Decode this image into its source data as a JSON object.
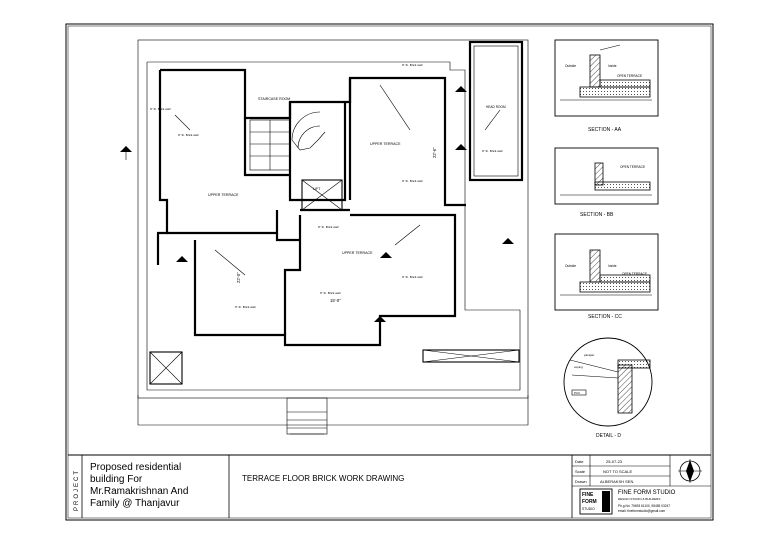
{
  "project_vertical_label": "PROJECT",
  "project_title_lines": [
    "Proposed residential",
    "building For",
    "Mr.Ramakrishnan And",
    "Family @ Thanjavur"
  ],
  "drawing_title": "TERRACE FLOOR BRICK WORK DRAWING",
  "info": {
    "date_label": "Date",
    "date_value": "25-07-23",
    "scale_label": "Scale",
    "scale_value": "NOT TO SCALE",
    "drawn_label": "Drawn",
    "drawn_value": "ALBERAKSH SEN"
  },
  "studio": {
    "logo_lines": [
      "FINE",
      "FORM",
      "STUDIO"
    ],
    "name": "FINE FORM STUDIO",
    "tagline": "DESIGN STUDIO & BUILDERS",
    "phone": "Ph.g.No: 75693 61100, 98455 03247",
    "email": "email: fineformstudio@gmail.com"
  },
  "rooms": {
    "staircase_room": "STAIRCASE ROOM",
    "upper_terrace_1": "UPPER TERRACE",
    "upper_terrace_2": "UPPER TERRACE",
    "upper_terrace_3": "UPPER TERRACE",
    "lift": "LIFT",
    "headroom": "HEAD ROOM"
  },
  "dimensions": {
    "d1": "22'-0\"",
    "d2": "22'-6\"",
    "d3": "15'-0\""
  },
  "wall_note": "9\" th. Brick wall",
  "sections": {
    "aa": {
      "title": "SECTION - AA",
      "labels": [
        "Outside",
        "Inside",
        "OPEN TERRACE"
      ]
    },
    "bb": {
      "title": "SECTION - BB",
      "labels": [
        "OPEN TERRACE"
      ]
    },
    "cc": {
      "title": "SECTION - CC",
      "labels": [
        "Outside",
        "Inside",
        "OPEN TERRACE"
      ]
    },
    "d": {
      "title": "DETAIL - D",
      "labels": [
        "parapet",
        "coping",
        "PCC"
      ]
    }
  }
}
